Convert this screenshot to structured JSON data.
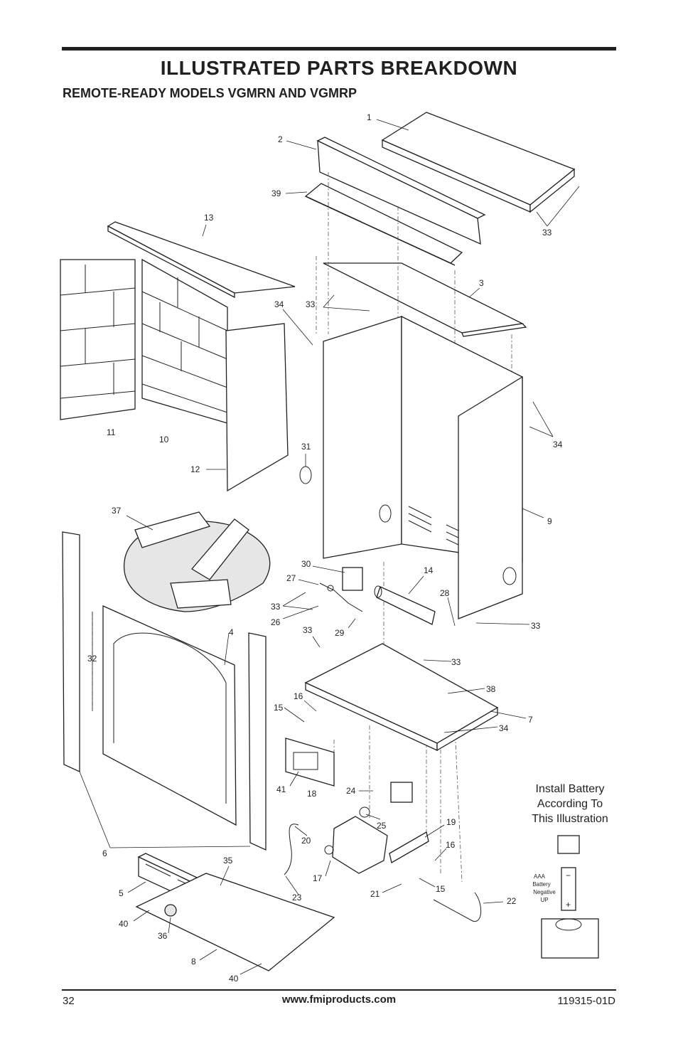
{
  "header": {
    "title": "ILLUSTRATED PARTS BREAKDOWN",
    "subtitle": "REMOTE-READY MODELS VGMRN AND VGMRP"
  },
  "diagram": {
    "callouts": [
      "1",
      "2",
      "39",
      "33",
      "13",
      "3",
      "34",
      "33",
      "11",
      "10",
      "34",
      "31",
      "12",
      "9",
      "37",
      "30",
      "14",
      "27",
      "28",
      "33",
      "26",
      "29",
      "33",
      "4",
      "32",
      "33",
      "38",
      "16",
      "7",
      "15",
      "34",
      "41",
      "18",
      "24",
      "6",
      "20",
      "25",
      "19",
      "16",
      "17",
      "35",
      "5",
      "23",
      "21",
      "15",
      "22",
      "40",
      "36",
      "8",
      "40"
    ],
    "battery_instruction": "Install Battery\nAccording To\nThis Illustration",
    "battery_label": [
      "AAA",
      "Battery",
      "Negative",
      "UP"
    ],
    "battery_signs": [
      "−",
      "+"
    ]
  },
  "footer": {
    "page_number": "32",
    "website": "www.fmiproducts.com",
    "doc_number": "119315-01D"
  }
}
